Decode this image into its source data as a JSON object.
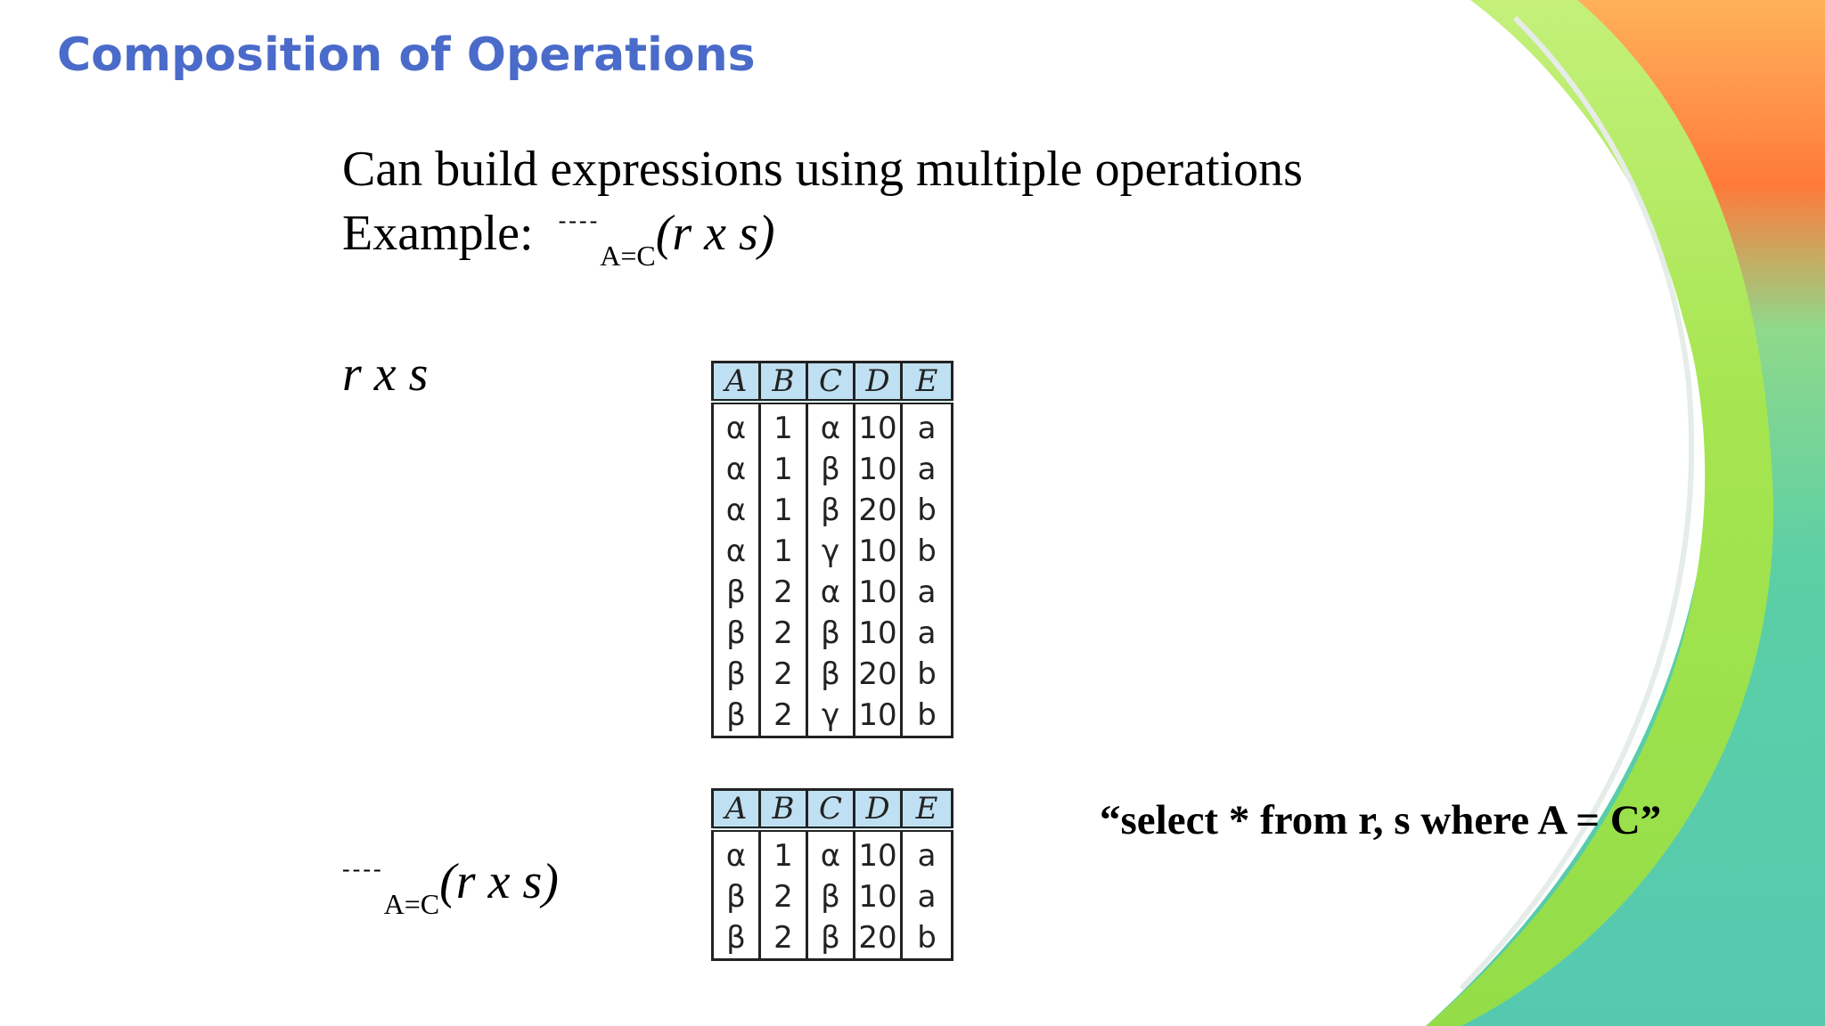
{
  "slide": {
    "title": "Composition of Operations",
    "intro_line": "Can build expressions using multiple operations",
    "example_label": "Example:",
    "expression": {
      "operator_placeholder": "----",
      "subscript": "A=C",
      "argument": "(r x s)"
    },
    "product_label": "r x s",
    "sql_equivalent": "“select * from r, s where A = C”"
  },
  "table_product": {
    "headers": [
      "A",
      "B",
      "C",
      "D",
      "E"
    ],
    "rows": [
      [
        "α",
        "1",
        "α",
        "10",
        "a"
      ],
      [
        "α",
        "1",
        "β",
        "10",
        "a"
      ],
      [
        "α",
        "1",
        "β",
        "20",
        "b"
      ],
      [
        "α",
        "1",
        "γ",
        "10",
        "b"
      ],
      [
        "β",
        "2",
        "α",
        "10",
        "a"
      ],
      [
        "β",
        "2",
        "β",
        "10",
        "a"
      ],
      [
        "β",
        "2",
        "β",
        "20",
        "b"
      ],
      [
        "β",
        "2",
        "γ",
        "10",
        "b"
      ]
    ]
  },
  "table_selection": {
    "headers": [
      "A",
      "B",
      "C",
      "D",
      "E"
    ],
    "rows": [
      [
        "α",
        "1",
        "α",
        "10",
        "a"
      ],
      [
        "β",
        "2",
        "β",
        "10",
        "a"
      ],
      [
        "β",
        "2",
        "β",
        "20",
        "b"
      ]
    ]
  },
  "colors": {
    "title": "#4a6bc9",
    "header_fill": "#bfe0f2",
    "deco_teal": "#5ccfa6",
    "deco_green": "#9be24a",
    "deco_orange": "#ff7a3a"
  }
}
